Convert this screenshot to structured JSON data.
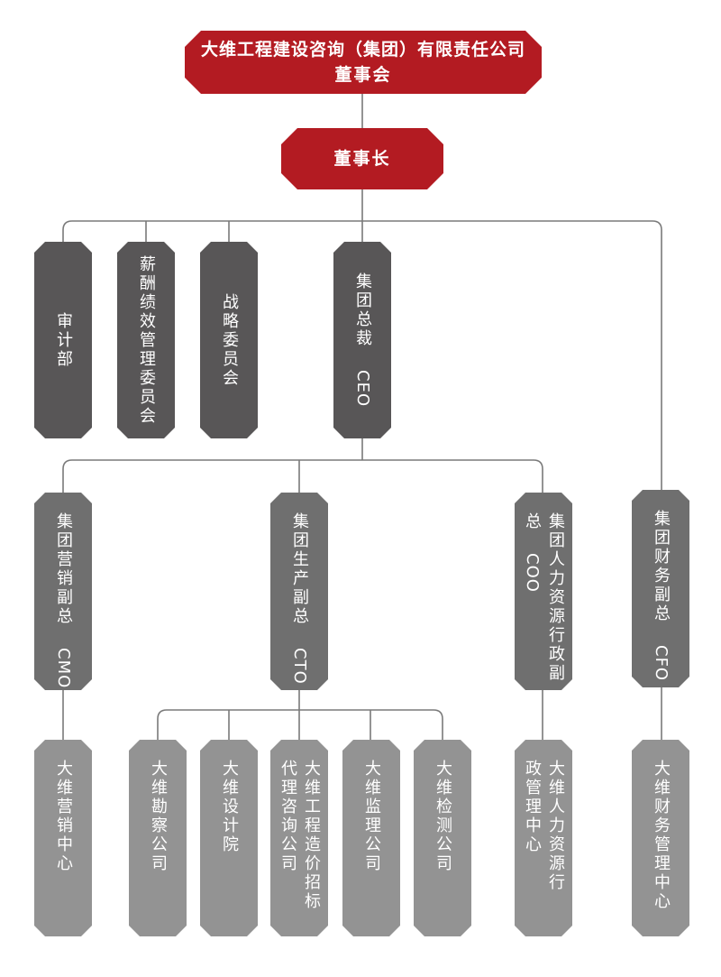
{
  "colors": {
    "board": "#b31b22",
    "level1": "#585657",
    "level2": "#6f6f6f",
    "level3": "#939393",
    "connector": "#7a7a7a",
    "text": "#ffffff"
  },
  "root": {
    "company": "大维工程建设咨询（集团）有限责任公司",
    "board": "董事会"
  },
  "chairman": {
    "label": "董事长"
  },
  "level1": [
    {
      "id": "audit",
      "label": "审计部"
    },
    {
      "id": "compensation",
      "label": "薪酬绩效管理委员会"
    },
    {
      "id": "strategy",
      "label": "战略委员会"
    },
    {
      "id": "ceo",
      "label": "集团总裁",
      "suffix": "CEO"
    }
  ],
  "level2": [
    {
      "id": "cmo",
      "label": "集团营销副总",
      "suffix": "CMO"
    },
    {
      "id": "cto",
      "label": "集团生产副总",
      "suffix": "CTO"
    },
    {
      "id": "coo",
      "label_col1": "集团人力资源行政",
      "label_col2": "副总",
      "suffix": "COO"
    },
    {
      "id": "cfo",
      "label": "集团财务副总",
      "suffix": "CFO"
    }
  ],
  "level3": [
    {
      "id": "marketing-center",
      "parent": "cmo",
      "label": "大维营销中心"
    },
    {
      "id": "survey-company",
      "parent": "cto",
      "label": "大维勘察公司"
    },
    {
      "id": "design-institute",
      "parent": "cto",
      "label": "大维设计院"
    },
    {
      "id": "cost-consulting",
      "parent": "cto",
      "label_col1": "大维工程造价招",
      "label_col2": "标代理咨询公司"
    },
    {
      "id": "supervision-company",
      "parent": "cto",
      "label": "大维监理公司"
    },
    {
      "id": "testing-company",
      "parent": "cto",
      "label": "大维检测公司"
    },
    {
      "id": "hr-admin-center",
      "parent": "coo",
      "label_col1": "大维人力资源",
      "label_col2": "行政管理中心"
    },
    {
      "id": "finance-center",
      "parent": "cfo",
      "label": "大维财务管理中心"
    }
  ]
}
